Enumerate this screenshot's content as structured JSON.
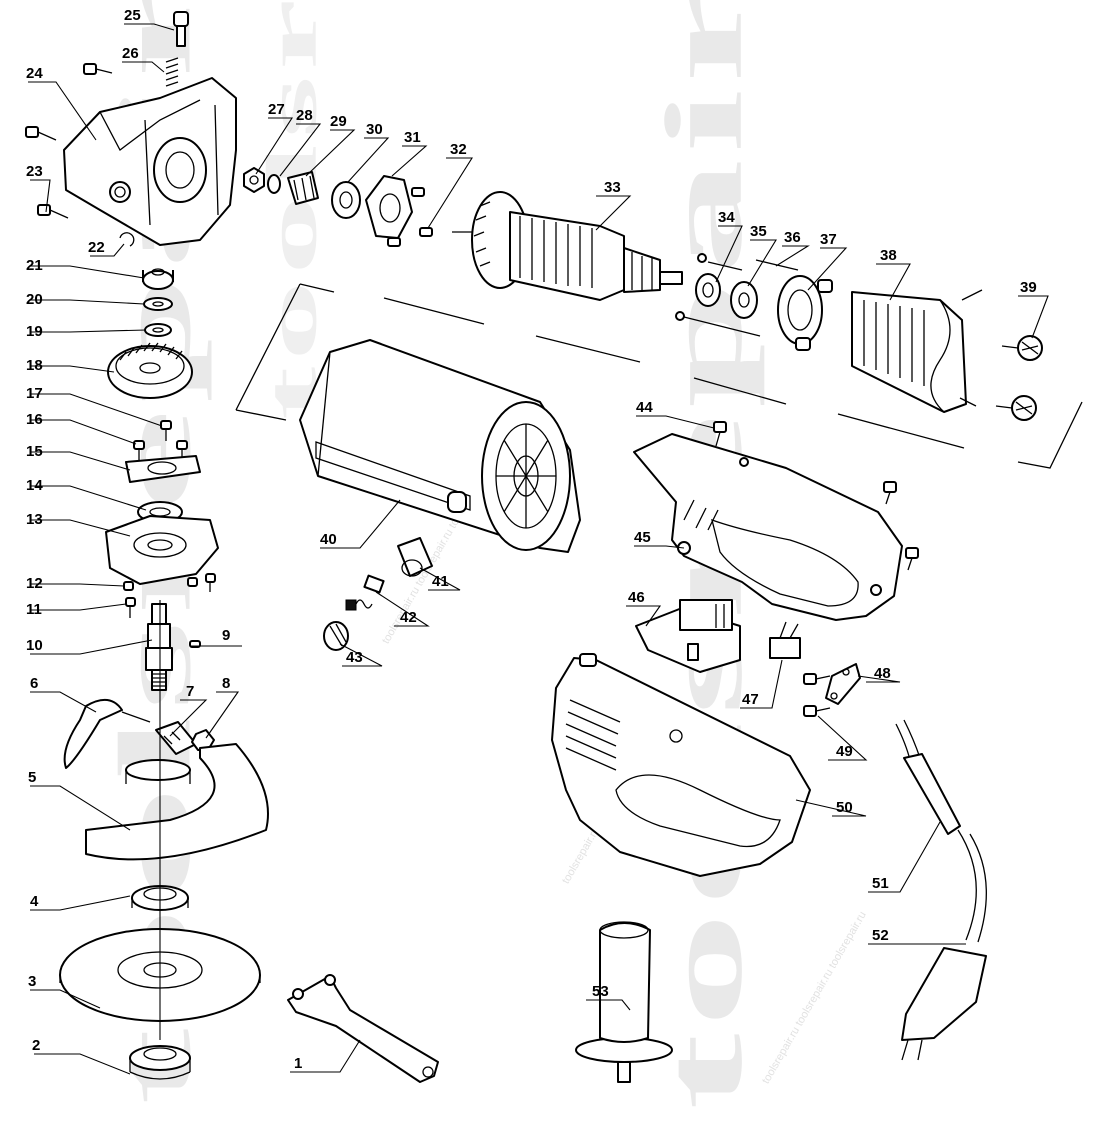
{
  "watermark": {
    "large": "toolsrepair.ru",
    "small": "toolsrepair.ru toolsrepair.ru toolsrepair.ru"
  },
  "parts": [
    {
      "id": "1"
    },
    {
      "id": "2"
    },
    {
      "id": "3"
    },
    {
      "id": "4"
    },
    {
      "id": "5"
    },
    {
      "id": "6"
    },
    {
      "id": "7"
    },
    {
      "id": "8"
    },
    {
      "id": "9"
    },
    {
      "id": "10"
    },
    {
      "id": "11"
    },
    {
      "id": "12"
    },
    {
      "id": "13"
    },
    {
      "id": "14"
    },
    {
      "id": "15"
    },
    {
      "id": "16"
    },
    {
      "id": "17"
    },
    {
      "id": "18"
    },
    {
      "id": "19"
    },
    {
      "id": "20"
    },
    {
      "id": "21"
    },
    {
      "id": "22"
    },
    {
      "id": "23"
    },
    {
      "id": "24"
    },
    {
      "id": "25"
    },
    {
      "id": "26"
    },
    {
      "id": "27"
    },
    {
      "id": "28"
    },
    {
      "id": "29"
    },
    {
      "id": "30"
    },
    {
      "id": "31"
    },
    {
      "id": "32"
    },
    {
      "id": "33"
    },
    {
      "id": "34"
    },
    {
      "id": "35"
    },
    {
      "id": "36"
    },
    {
      "id": "37"
    },
    {
      "id": "38"
    },
    {
      "id": "39"
    },
    {
      "id": "40"
    },
    {
      "id": "41"
    },
    {
      "id": "42"
    },
    {
      "id": "43"
    },
    {
      "id": "44"
    },
    {
      "id": "45"
    },
    {
      "id": "46"
    },
    {
      "id": "47"
    },
    {
      "id": "48"
    },
    {
      "id": "49"
    },
    {
      "id": "50"
    },
    {
      "id": "51"
    },
    {
      "id": "52"
    },
    {
      "id": "53"
    }
  ]
}
